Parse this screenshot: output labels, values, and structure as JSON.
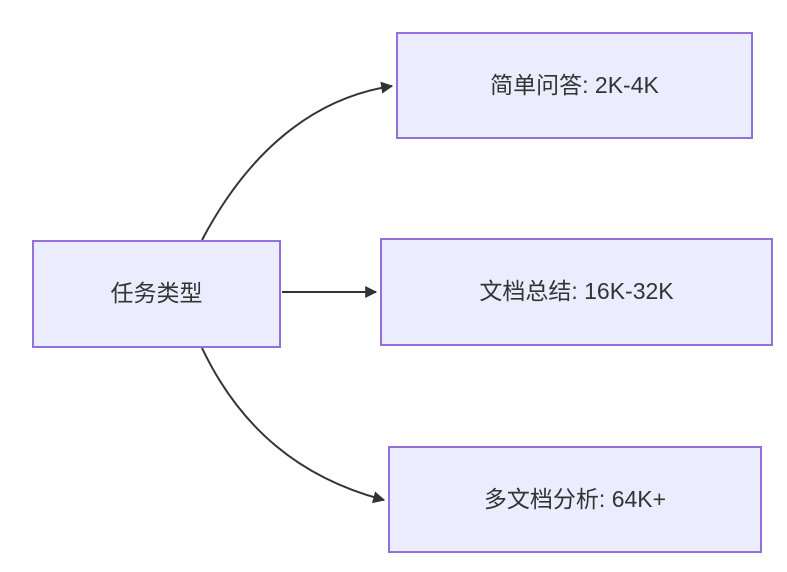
{
  "diagram": {
    "type": "flowchart",
    "direction": "left-to-right",
    "root": {
      "id": "task-type",
      "label": "任务类型"
    },
    "children": [
      {
        "id": "simple-qa",
        "label": "简单问答: 2K-4K"
      },
      {
        "id": "doc-summary",
        "label": "文档总结: 16K-32K"
      },
      {
        "id": "multi-doc-analysis",
        "label": "多文档分析: 64K+"
      }
    ],
    "edges": [
      {
        "from": "task-type",
        "to": "simple-qa"
      },
      {
        "from": "task-type",
        "to": "doc-summary"
      },
      {
        "from": "task-type",
        "to": "multi-doc-analysis"
      }
    ],
    "colors": {
      "node_fill": "#ECECFF",
      "node_border": "#9370DB",
      "text": "#333333",
      "edge": "#333333",
      "background": "#FFFFFF"
    }
  }
}
